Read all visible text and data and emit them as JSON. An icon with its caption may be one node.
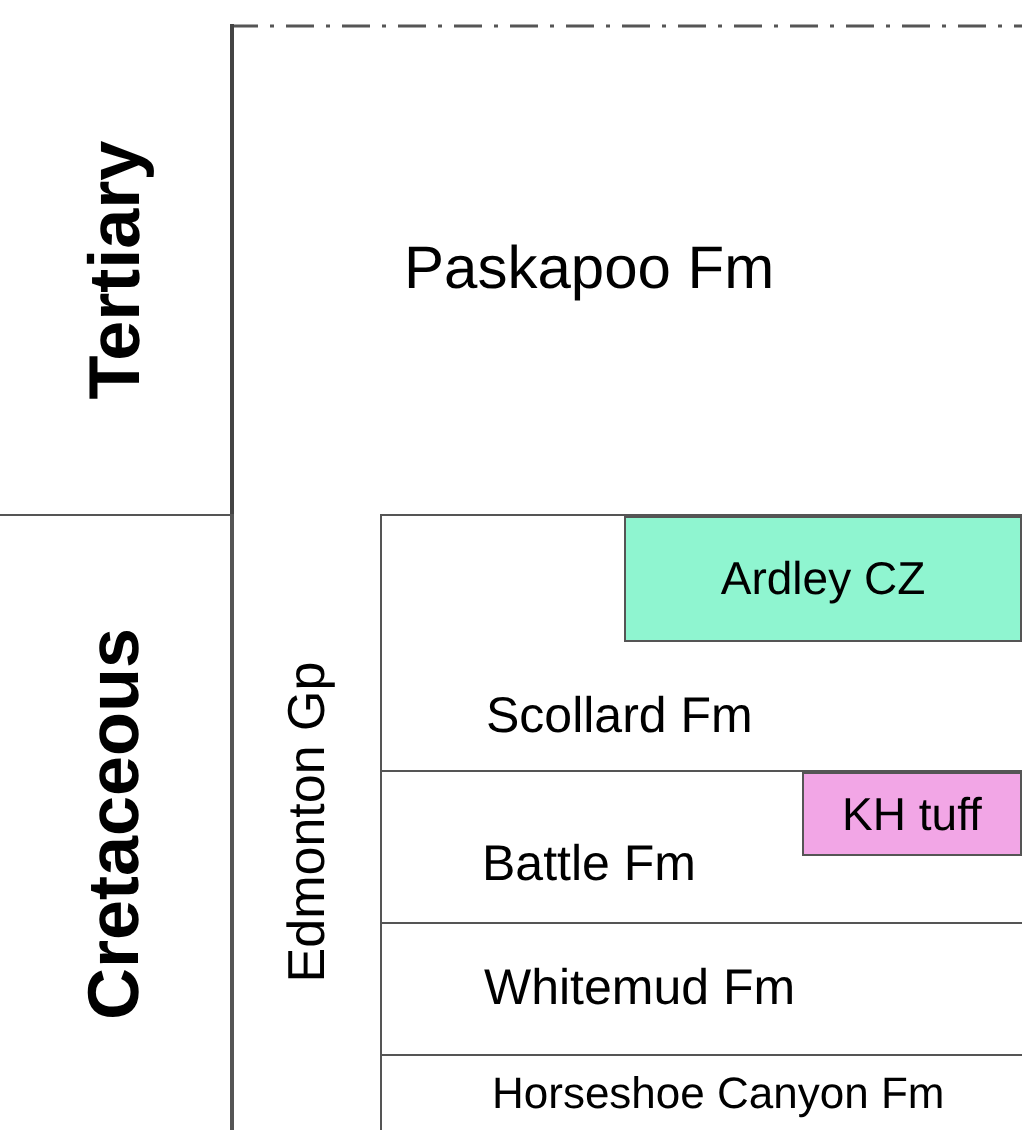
{
  "diagram": {
    "nodes": [
      {
        "text": [
          "Tertiary"
        ]
      },
      {
        "text": [
          "Paskapoo Fm"
        ]
      },
      {
        "text": [
          "Cretaceous"
        ]
      },
      {
        "text": [
          "Edmonton Gp"
        ]
      },
      {
        "text": [
          "Scollard Fm"
        ]
      },
      {
        "text": [
          "Ardley CZ"
        ],
        "in": 4
      },
      {
        "text": [
          "Battle Fm"
        ]
      },
      {
        "text": [
          "KH tuff"
        ],
        "in": 6
      },
      {
        "text": [
          "Whitemud Fm"
        ]
      },
      {
        "text": [
          "Horseshoe Canyon Fm"
        ]
      }
    ]
  }
}
